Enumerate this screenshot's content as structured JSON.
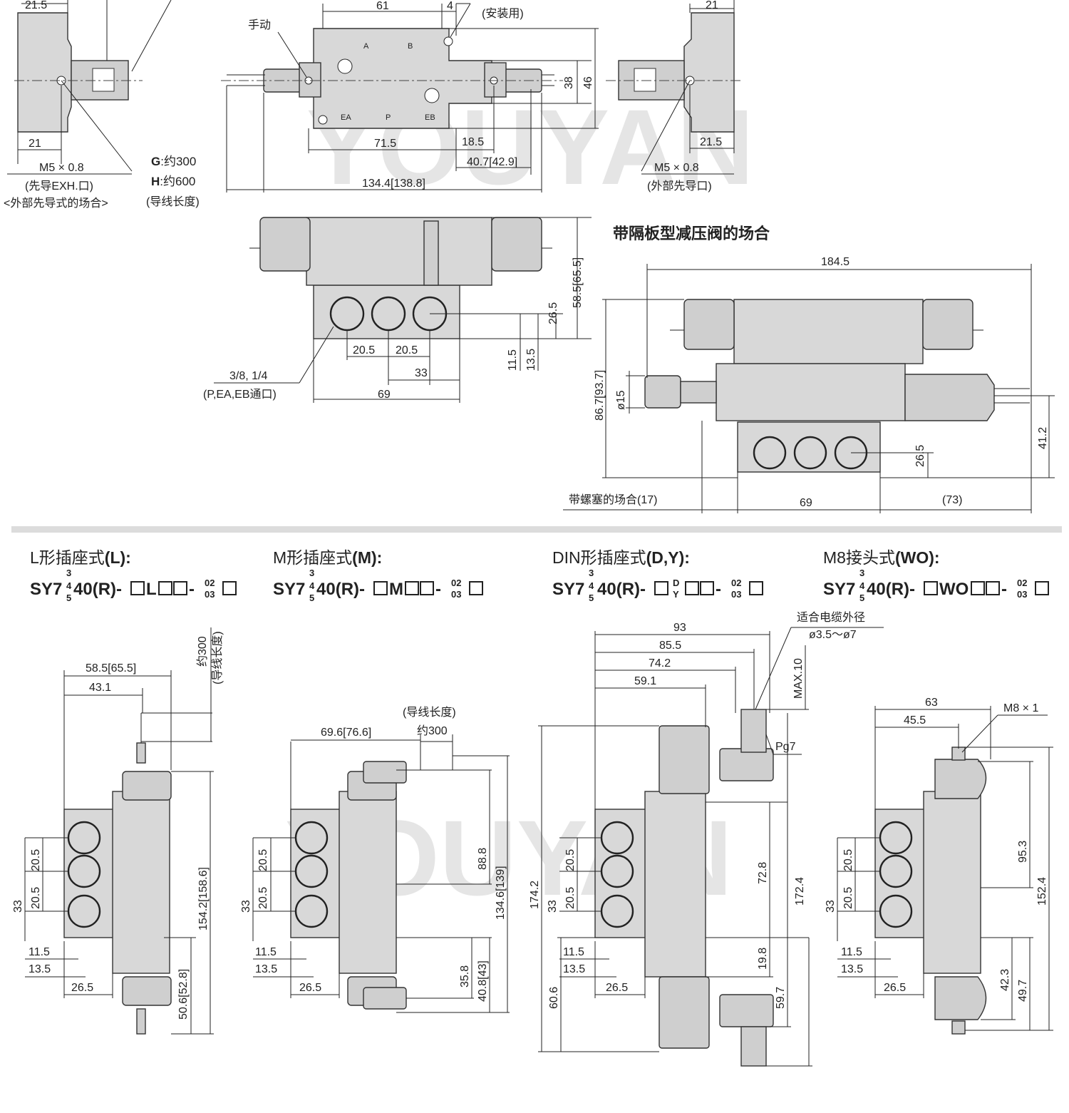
{
  "watermark": "YOUYAN",
  "top": {
    "dims": {
      "d21_5_left": "21.5",
      "d61": "61",
      "d4": "4",
      "mount_note": "(安装用)",
      "d21_right": "21",
      "manual": "手动",
      "d38": "38",
      "d46": "46",
      "d21_left_bottom": "21",
      "d71_5": "71.5",
      "d18_5": "18.5",
      "d40_7": "40.7[42.9]",
      "d134_4": "134.4[138.8]",
      "d21_5_right_bottom": "21.5",
      "m5_left": "M5 × 0.8",
      "m5_left_note1": "(先导EXH.口)",
      "m5_left_note2": "<外部先导式的场合>",
      "g_label": "G",
      "g_value": ":约300",
      "h_label": "H",
      "h_value": ":约600",
      "lead_note": "(导线长度)",
      "m5_right": "M5 × 0.8",
      "m5_right_note": "(外部先导口)",
      "port_letters": [
        "A",
        "B",
        "EA",
        "P",
        "EB"
      ]
    }
  },
  "middle_left": {
    "d58_5": "58.5[65.5]",
    "d26_5": "26.5",
    "d20_5a": "20.5",
    "d20_5b": "20.5",
    "d33": "33",
    "d11_5": "11.5",
    "d13_5": "13.5",
    "d69": "69",
    "port_size": "3/8, 1/4",
    "port_note": "(P,EA,EB通口)"
  },
  "middle_right": {
    "title": "带隔板型减压阀的场合",
    "d184_5": "184.5",
    "d86_7": "86.7[93.7]",
    "d15": "ø15",
    "d41_2": "41.2",
    "d26_5": "26.5",
    "plug_note": "带螺塞的场合(17)",
    "d69": "69",
    "d73": "(73)"
  },
  "bottom": {
    "sections": [
      {
        "title": "L形插座式",
        "code": "(L):",
        "model_a": "SY7",
        "model_b": "40(R)-",
        "model_c": "L",
        "model_d": "-"
      },
      {
        "title": "M形插座式",
        "code": "(M):",
        "model_a": "SY7",
        "model_b": "40(R)-",
        "model_c": "M",
        "model_d": "-"
      },
      {
        "title": "DIN形插座式",
        "code": "(D,Y):",
        "model_a": "SY7",
        "model_b": "40(R)-",
        "model_c": "",
        "model_d": "-"
      },
      {
        "title": "M8接头式",
        "code": "(WO):",
        "model_a": "SY7",
        "model_b": "40(R)-",
        "model_c": "WO",
        "model_d": "-"
      }
    ],
    "frac_top": "3",
    "frac_mid": "4",
    "frac_bot": "5",
    "pn_top": "02",
    "pn_bot": "03",
    "din_top": "D",
    "din_bot": "Y",
    "L": {
      "d58_5": "58.5[65.5]",
      "d43_1": "43.1",
      "d300": "约300",
      "lead": "(导线长度)",
      "d154_2": "154.2[158.6]",
      "d50_6": "50.6[52.8]",
      "d20_5a": "20.5",
      "d20_5b": "20.5",
      "d33": "33",
      "d11_5": "11.5",
      "d13_5": "13.5",
      "d26_5": "26.5"
    },
    "M": {
      "lead": "(导线长度)",
      "d300": "约300",
      "d69_6": "69.6[76.6]",
      "d88_8": "88.8",
      "d134_6": "134.6[139]",
      "d35_8": "35.8",
      "d40_8": "40.8[43]",
      "d20_5a": "20.5",
      "d20_5b": "20.5",
      "d33": "33",
      "d11_5": "11.5",
      "d13_5": "13.5",
      "d26_5": "26.5"
    },
    "DIN": {
      "cable": "适合电缆外径",
      "cable_range": "ø3.5～ø7",
      "d93": "93",
      "d85_5": "85.5",
      "d74_2": "74.2",
      "d59_1": "59.1",
      "max10": "MAX.10",
      "pg7": "Pg7",
      "d174_2": "174.2",
      "d172_4": "172.4",
      "d72_8": "72.8",
      "d19_8": "19.8",
      "d59_7": "59.7",
      "d60_6": "60.6",
      "d33": "33",
      "d20_5a": "20.5",
      "d20_5b": "20.5",
      "d11_5": "11.5",
      "d13_5": "13.5",
      "d26_5": "26.5"
    },
    "WO": {
      "d63": "63",
      "d45_5": "45.5",
      "m8": "M8 × 1",
      "d95_3": "95.3",
      "d152_4": "152.4",
      "d42_3": "42.3",
      "d49_7": "49.7",
      "d33": "33",
      "d20_5a": "20.5",
      "d20_5b": "20.5",
      "d11_5": "11.5",
      "d13_5": "13.5",
      "d26_5": "26.5"
    }
  }
}
